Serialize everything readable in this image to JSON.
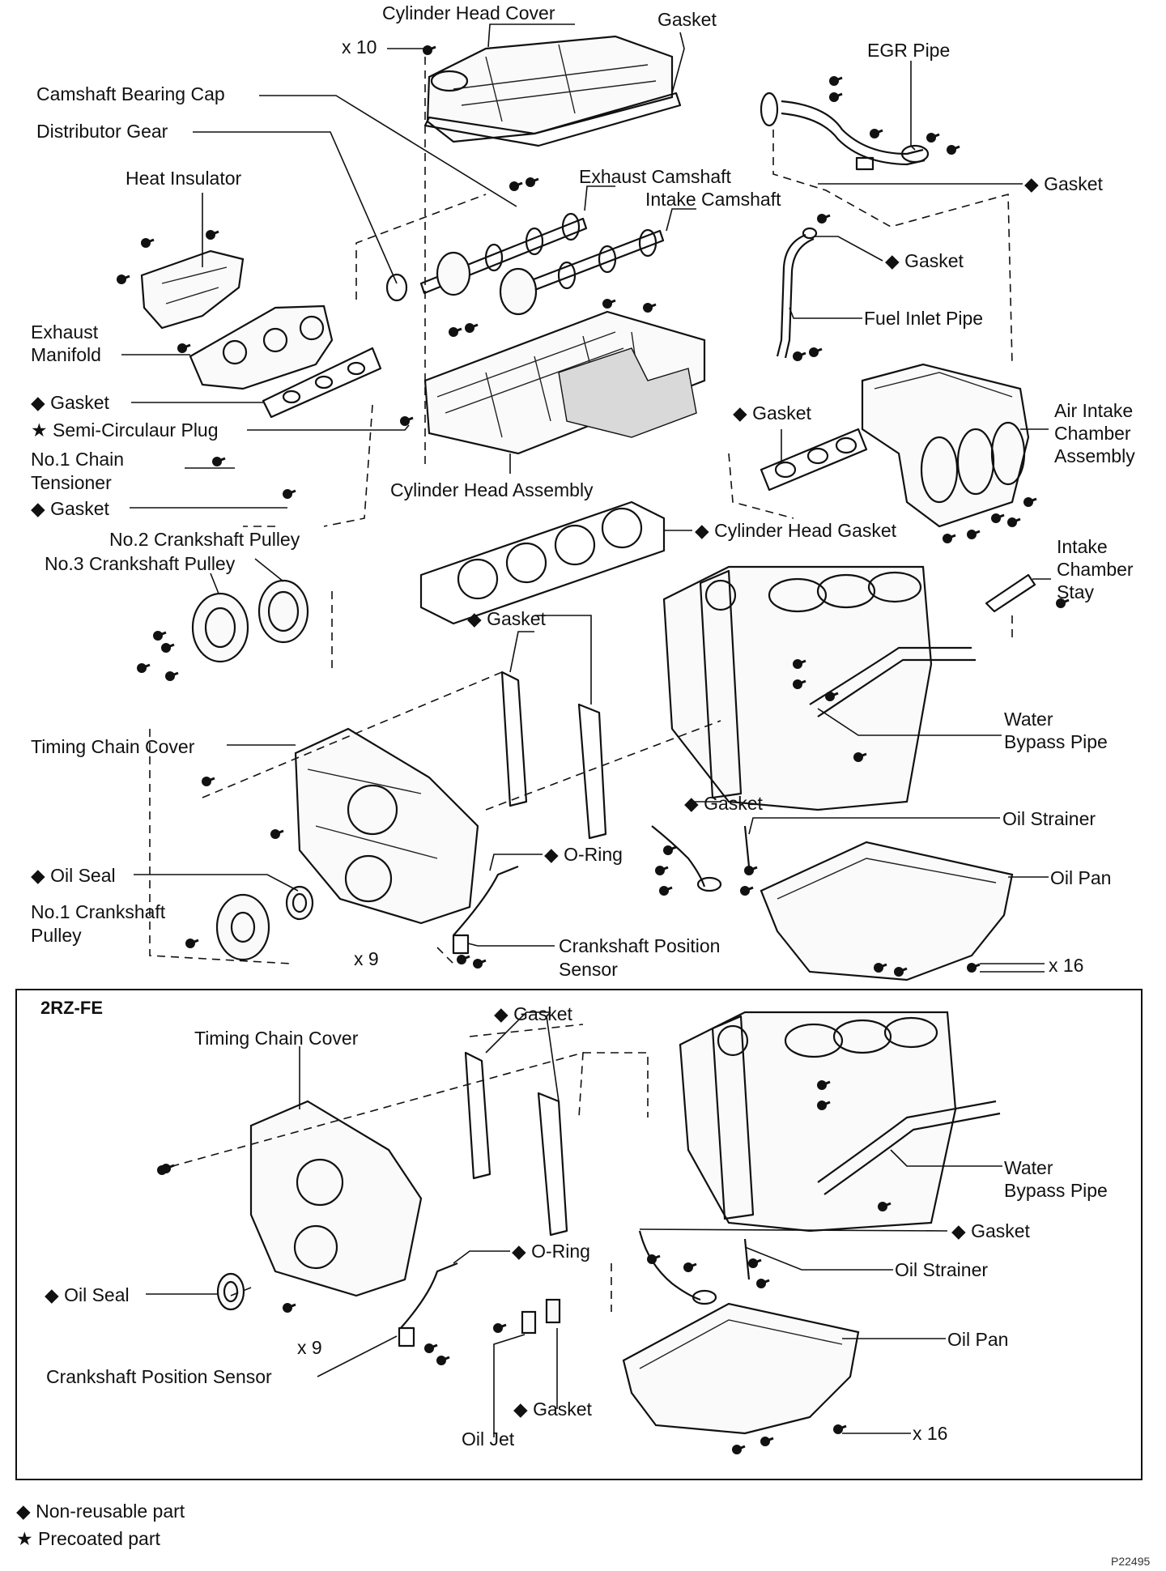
{
  "labels": {
    "cylinder_head_cover": "Cylinder Head Cover",
    "gasket_top": "Gasket",
    "x10": "x 10",
    "egr_pipe": "EGR Pipe",
    "camshaft_bearing_cap": "Camshaft Bearing Cap",
    "distributor_gear": "Distributor Gear",
    "heat_insulator": "Heat Insulator",
    "exhaust_camshaft": "Exhaust Camshaft",
    "intake_camshaft": "Intake Camshaft",
    "gasket_egr": "◆ Gasket",
    "gasket_fuel": "◆ Gasket",
    "fuel_inlet_pipe": "Fuel Inlet Pipe",
    "exhaust_1": "Exhaust",
    "exhaust_2": "Manifold",
    "gasket_exhaust": "◆ Gasket",
    "semi_plug": "★ Semi-Circulaur Plug",
    "chain_tensioner_1": "No.1 Chain",
    "chain_tensioner_2": "Tensioner",
    "gasket_tensioner": "◆ Gasket",
    "cylinder_head_assembly": "Cylinder Head Assembly",
    "gasket_intake": "◆ Gasket",
    "air_intake_1": "Air Intake",
    "air_intake_2": "Chamber",
    "air_intake_3": "Assembly",
    "cylinder_head_gasket": "◆ Cylinder Head Gasket",
    "no2_pulley": "No.2 Crankshaft Pulley",
    "no3_pulley": "No.3 Crankshaft Pulley",
    "stay_1": "Intake",
    "stay_2": "Chamber",
    "stay_3": "Stay",
    "gasket_chain": "◆ Gasket",
    "timing_chain_cover": "Timing Chain Cover",
    "water_bypass_1": "Water",
    "water_bypass_2": "Bypass Pipe",
    "gasket_strainer": "◆ Gasket",
    "oil_strainer": "Oil Strainer",
    "o_ring": "◆ O-Ring",
    "oil_seal": "◆ Oil Seal",
    "oil_pan": "Oil Pan",
    "no1_pulley_1": "No.1 Crankshaft",
    "no1_pulley_2": "Pulley",
    "crank_sensor_1": "Crankshaft Position",
    "crank_sensor_2": "Sensor",
    "x9": "x 9",
    "x16": "x 16"
  },
  "inset": {
    "title": "2RZ-FE",
    "gasket_chain": "◆ Gasket",
    "timing_chain_cover": "Timing Chain Cover",
    "water_bypass_1": "Water",
    "water_bypass_2": "Bypass Pipe",
    "gasket_strainer": "◆ Gasket",
    "o_ring": "◆ O-Ring",
    "oil_strainer": "Oil Strainer",
    "oil_seal": "◆ Oil Seal",
    "oil_pan": "Oil Pan",
    "x9": "x 9",
    "crank_sensor": "Crankshaft Position Sensor",
    "gasket_jet": "◆ Gasket",
    "x16": "x 16",
    "oil_jet": "Oil Jet"
  },
  "legend": {
    "non_reusable": "◆ Non-reusable part",
    "precoated": "★ Precoated part"
  },
  "figure_code": "P22495"
}
